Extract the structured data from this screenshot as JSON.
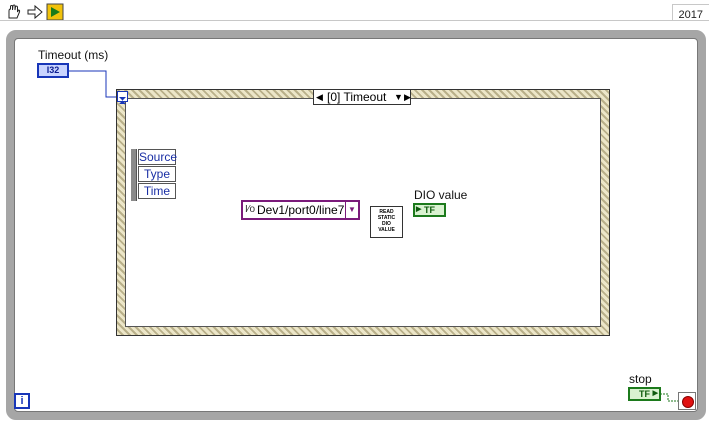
{
  "toolbar": {
    "icons": [
      "hand-tool-icon",
      "run-arrow-icon",
      "highlight-execution-icon"
    ],
    "version": "2017"
  },
  "block_diagram": {
    "timeout_label": "Timeout (ms)",
    "timeout_type": "I32",
    "event_case": "[0] Timeout",
    "event_nodes": [
      "Source",
      "Type",
      "Time"
    ],
    "channel": "Dev1/port0/line7",
    "vi_lines": [
      "READ",
      "STATIC",
      "DIO",
      "VALUE"
    ],
    "dio_label": "DIO value",
    "dio_type": "TF",
    "stop_label": "stop",
    "stop_type": "TF",
    "iteration": "i"
  },
  "colors": {
    "int_wire": "#1836b8",
    "bool_wire": "#1c7a1c",
    "channel_wire": "#7a1a7a",
    "stop_red": "#e01010"
  }
}
